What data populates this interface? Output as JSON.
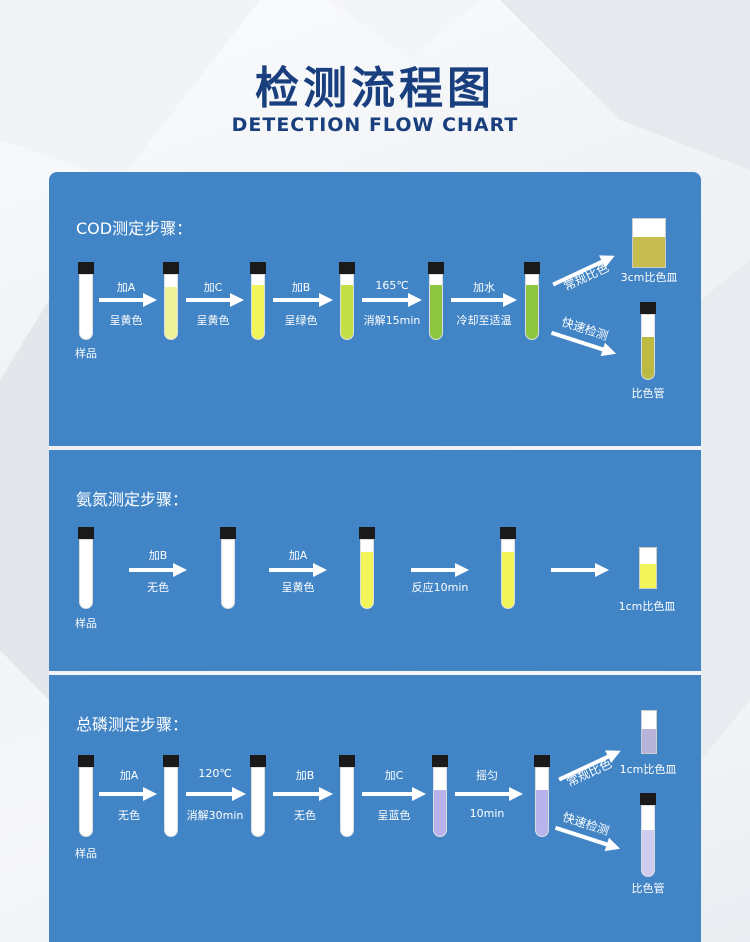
{
  "header": {
    "title": "检测流程图",
    "subtitle": "DETECTION FLOW CHART"
  },
  "colors": {
    "panel_bg": "#4285c6",
    "title_color": "#1a3f7e",
    "pale_yellow": "#eef39a",
    "yellow": "#f1f55a",
    "yellow_green": "#c2e046",
    "green": "#8cc63f",
    "olive": "#c5bd4f",
    "lavender": "#b8b3ec",
    "light_lavender": "#cfcdf0"
  },
  "cod": {
    "title": "COD测定步骤：",
    "sample_label": "样品",
    "steps": [
      {
        "top": "加A",
        "bottom": "呈黄色"
      },
      {
        "top": "加C",
        "bottom": "呈黄色"
      },
      {
        "top": "加B",
        "bottom": "呈绿色"
      },
      {
        "top": "165℃",
        "bottom": "消解15min"
      },
      {
        "top": "加水",
        "bottom": "冷却至适温"
      }
    ],
    "branch_upper": "常规比色",
    "branch_lower": "快速检测",
    "result_upper": "3cm比色皿",
    "result_lower": "比色管"
  },
  "ammonia": {
    "title": "氨氮测定步骤：",
    "sample_label": "样品",
    "steps": [
      {
        "top": "加B",
        "bottom": "无色"
      },
      {
        "top": "加A",
        "bottom": "呈黄色"
      },
      {
        "top": "",
        "bottom": "反应10min"
      }
    ],
    "result": "1cm比色皿"
  },
  "phosphorus": {
    "title": "总磷测定步骤：",
    "sample_label": "样品",
    "steps": [
      {
        "top": "加A",
        "bottom": "无色"
      },
      {
        "top": "120℃",
        "bottom": "消解30min"
      },
      {
        "top": "加B",
        "bottom": "无色"
      },
      {
        "top": "加C",
        "bottom": "呈蓝色"
      },
      {
        "top": "摇匀",
        "bottom": "10min"
      }
    ],
    "branch_upper": "常规比色",
    "branch_lower": "快速检测",
    "result_upper": "1cm比色皿",
    "result_lower": "比色管"
  }
}
